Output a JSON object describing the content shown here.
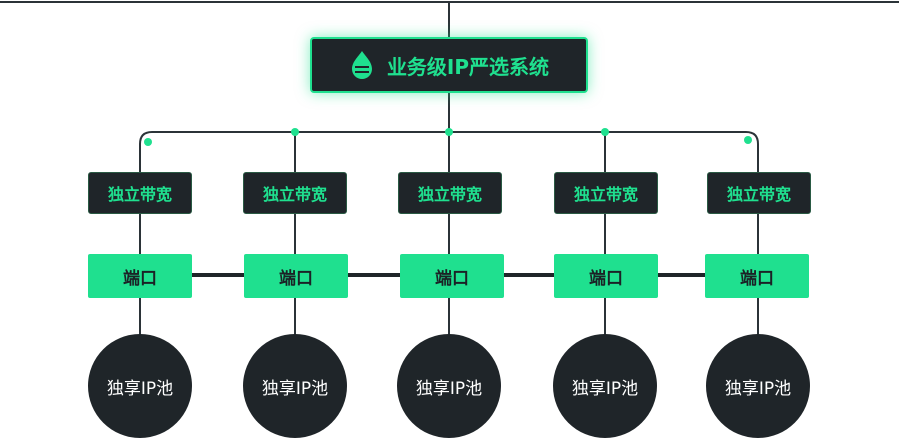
{
  "root": {
    "title": "业务级IP严选系统",
    "icon": "droplet-icon"
  },
  "branches": [
    {
      "bandwidth": "独立带宽",
      "port": "端口",
      "pool": "独享IP池"
    },
    {
      "bandwidth": "独立带宽",
      "port": "端口",
      "pool": "独享IP池"
    },
    {
      "bandwidth": "独立带宽",
      "port": "端口",
      "pool": "独享IP池"
    },
    {
      "bandwidth": "独立带宽",
      "port": "端口",
      "pool": "独享IP池"
    },
    {
      "bandwidth": "独立带宽",
      "port": "端口",
      "pool": "独享IP池"
    }
  ],
  "colors": {
    "accent": "#1fe08f",
    "dark": "#1f2529",
    "line": "#2b3338"
  }
}
